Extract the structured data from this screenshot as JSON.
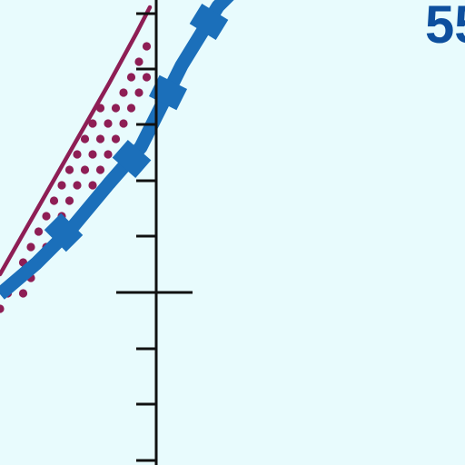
{
  "corner_label": "55",
  "colors": {
    "background": "#e8fbfd",
    "thin_line": "#8e1e55",
    "dotted_band": "#8e1e55",
    "thick_line": "#1b6fba",
    "axis": "#111111",
    "corner_label": "#0d4f9e"
  },
  "chart_data": {
    "type": "line",
    "title": "",
    "xlabel": "",
    "ylabel": "",
    "grid": false,
    "legend": "none",
    "xlim": [
      0,
      512
    ],
    "ylim": [
      0,
      512
    ],
    "axis": {
      "x_position": 172,
      "major_tick_y": 190,
      "ticks_y": [
        5,
        67,
        128,
        190,
        252,
        313,
        375,
        436,
        497
      ]
    },
    "series": [
      {
        "style": "thin-line",
        "points": [
          [
            0,
            210
          ],
          [
            40,
            280
          ],
          [
            80,
            350
          ],
          [
            120,
            420
          ],
          [
            150,
            475
          ],
          [
            165,
            504
          ]
        ]
      },
      {
        "style": "dotted-band",
        "upper": [
          [
            0,
            210
          ],
          [
            40,
            280
          ],
          [
            80,
            350
          ],
          [
            120,
            420
          ],
          [
            150,
            475
          ],
          [
            165,
            504
          ]
        ],
        "lower": [
          [
            0,
            140
          ],
          [
            40,
            200
          ],
          [
            80,
            265
          ],
          [
            120,
            325
          ],
          [
            150,
            370
          ],
          [
            170,
            410
          ],
          [
            195,
            470
          ],
          [
            215,
            512
          ]
        ]
      },
      {
        "style": "thick-line",
        "points": [
          [
            0,
            188
          ],
          [
            40,
            222
          ],
          [
            80,
            262
          ],
          [
            120,
            310
          ],
          [
            155,
            350
          ],
          [
            175,
            390
          ],
          [
            200,
            440
          ],
          [
            240,
            505
          ],
          [
            260,
            525
          ]
        ],
        "markers": [
          [
            70,
            256
          ],
          [
            145,
            337
          ],
          [
            185,
            410
          ],
          [
            230,
            488
          ]
        ]
      }
    ]
  }
}
